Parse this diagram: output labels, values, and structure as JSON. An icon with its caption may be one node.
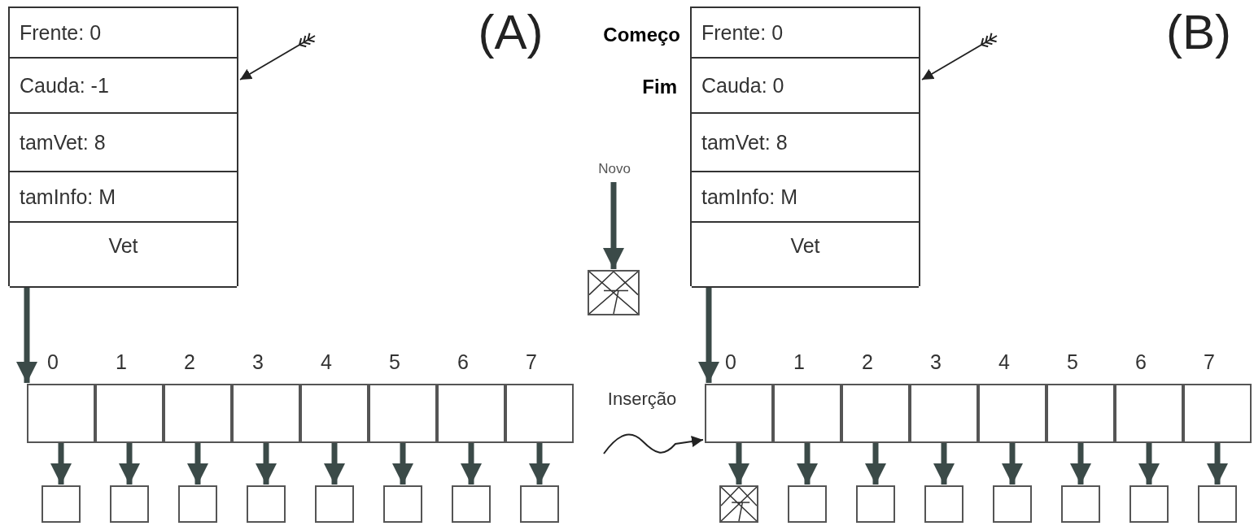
{
  "diagram": {
    "nodes": [
      {
        "text": [],
        "shape": "box"
      },
      {
        "text": [
          "Frente: 0"
        ],
        "in": 0
      },
      {
        "text": [
          "Cauda: -1"
        ],
        "in": 0
      },
      {
        "text": [
          "tamVet: 8"
        ],
        "in": 0
      },
      {
        "text": [
          "tamInfo: M"
        ],
        "in": 0
      },
      {
        "text": [
          "Vet"
        ],
        "in": 0
      },
      {
        "text": [],
        "shape": "box",
        "beside": [
          "0"
        ]
      },
      {
        "text": [],
        "shape": "box",
        "beside": [
          "1"
        ]
      },
      {
        "text": [],
        "shape": "box",
        "beside": [
          "2"
        ]
      },
      {
        "text": [],
        "shape": "box",
        "beside": [
          "3"
        ]
      },
      {
        "text": [],
        "shape": "box",
        "beside": [
          "4"
        ]
      },
      {
        "text": [],
        "shape": "box",
        "beside": [
          "5"
        ]
      },
      {
        "text": [],
        "shape": "box",
        "beside": [
          "6"
        ]
      },
      {
        "text": [],
        "shape": "box",
        "beside": [
          "7"
        ]
      },
      {
        "text": [],
        "shape": "box"
      },
      {
        "text": [],
        "shape": "box"
      },
      {
        "text": [],
        "shape": "box"
      },
      {
        "text": [],
        "shape": "box"
      },
      {
        "text": [],
        "shape": "box"
      },
      {
        "text": [],
        "shape": "box"
      },
      {
        "text": [],
        "shape": "box"
      },
      {
        "text": [],
        "shape": "box"
      },
      {
        "text": [],
        "shape": "box"
      },
      {
        "text": [
          "Frente: 0"
        ],
        "in": 22,
        "beside": [
          "Começo"
        ]
      },
      {
        "text": [
          "Cauda: 0"
        ],
        "in": 22,
        "beside": [
          "Fim"
        ]
      },
      {
        "text": [
          "tamVet: 8"
        ],
        "in": 22
      },
      {
        "text": [
          "tamInfo: M"
        ],
        "in": 22
      },
      {
        "text": [
          "Vet"
        ],
        "in": 22
      },
      {
        "text": [],
        "shape": "box",
        "beside": [
          "0"
        ]
      },
      {
        "text": [],
        "shape": "box",
        "beside": [
          "1"
        ]
      },
      {
        "text": [],
        "shape": "box",
        "beside": [
          "2"
        ]
      },
      {
        "text": [],
        "shape": "box",
        "beside": [
          "3"
        ]
      },
      {
        "text": [],
        "shape": "box",
        "beside": [
          "4"
        ]
      },
      {
        "text": [],
        "shape": "box",
        "beside": [
          "5"
        ]
      },
      {
        "text": [],
        "shape": "box",
        "beside": [
          "6"
        ]
      },
      {
        "text": [],
        "shape": "box",
        "beside": [
          "7"
        ]
      },
      {
        "text": [],
        "shape": "box"
      },
      {
        "text": [],
        "shape": "box"
      },
      {
        "text": [],
        "shape": "box"
      },
      {
        "text": [],
        "shape": "box"
      },
      {
        "text": [],
        "shape": "box"
      },
      {
        "text": [],
        "shape": "box"
      },
      {
        "text": [],
        "shape": "box"
      },
      {
        "text": [],
        "shape": "box"
      },
      {
        "text": [
          "Novo"
        ]
      },
      {
        "text": [],
        "shape": "box"
      }
    ],
    "edges": [
      {
        "from": 5,
        "to": 6,
        "arrow": "to"
      },
      {
        "from": 6,
        "to": 14,
        "arrow": "to"
      },
      {
        "from": 7,
        "to": 15,
        "arrow": "to"
      },
      {
        "from": 8,
        "to": 16,
        "arrow": "to"
      },
      {
        "from": 9,
        "to": 17,
        "arrow": "to"
      },
      {
        "from": 10,
        "to": 18,
        "arrow": "to"
      },
      {
        "from": 11,
        "to": 19,
        "arrow": "to"
      },
      {
        "from": 12,
        "to": 20,
        "arrow": "to"
      },
      {
        "from": 13,
        "to": 21,
        "arrow": "to"
      },
      {
        "from": 27,
        "to": 28,
        "arrow": "to"
      },
      {
        "from": 28,
        "to": 36,
        "arrow": "to"
      },
      {
        "from": 29,
        "to": 37,
        "arrow": "to"
      },
      {
        "from": 30,
        "to": 38,
        "arrow": "to"
      },
      {
        "from": 31,
        "to": 39,
        "arrow": "to"
      },
      {
        "from": 32,
        "to": 40,
        "arrow": "to"
      },
      {
        "from": 33,
        "to": 41,
        "arrow": "to"
      },
      {
        "from": 34,
        "to": 42,
        "arrow": "to"
      },
      {
        "from": 35,
        "to": 43,
        "arrow": "to"
      },
      {
        "from": 44,
        "to": 45,
        "arrow": "to"
      },
      {
        "from": null,
        "to": 28,
        "arrow": "to",
        "label": "Inserção",
        "color": "#222222"
      },
      {
        "from": null,
        "to": 2,
        "arrow": "to",
        "color": "#222222"
      },
      {
        "from": null,
        "to": 24,
        "arrow": "to",
        "color": "#222222"
      }
    ],
    "labels": [
      "(A)",
      "(B)"
    ]
  }
}
